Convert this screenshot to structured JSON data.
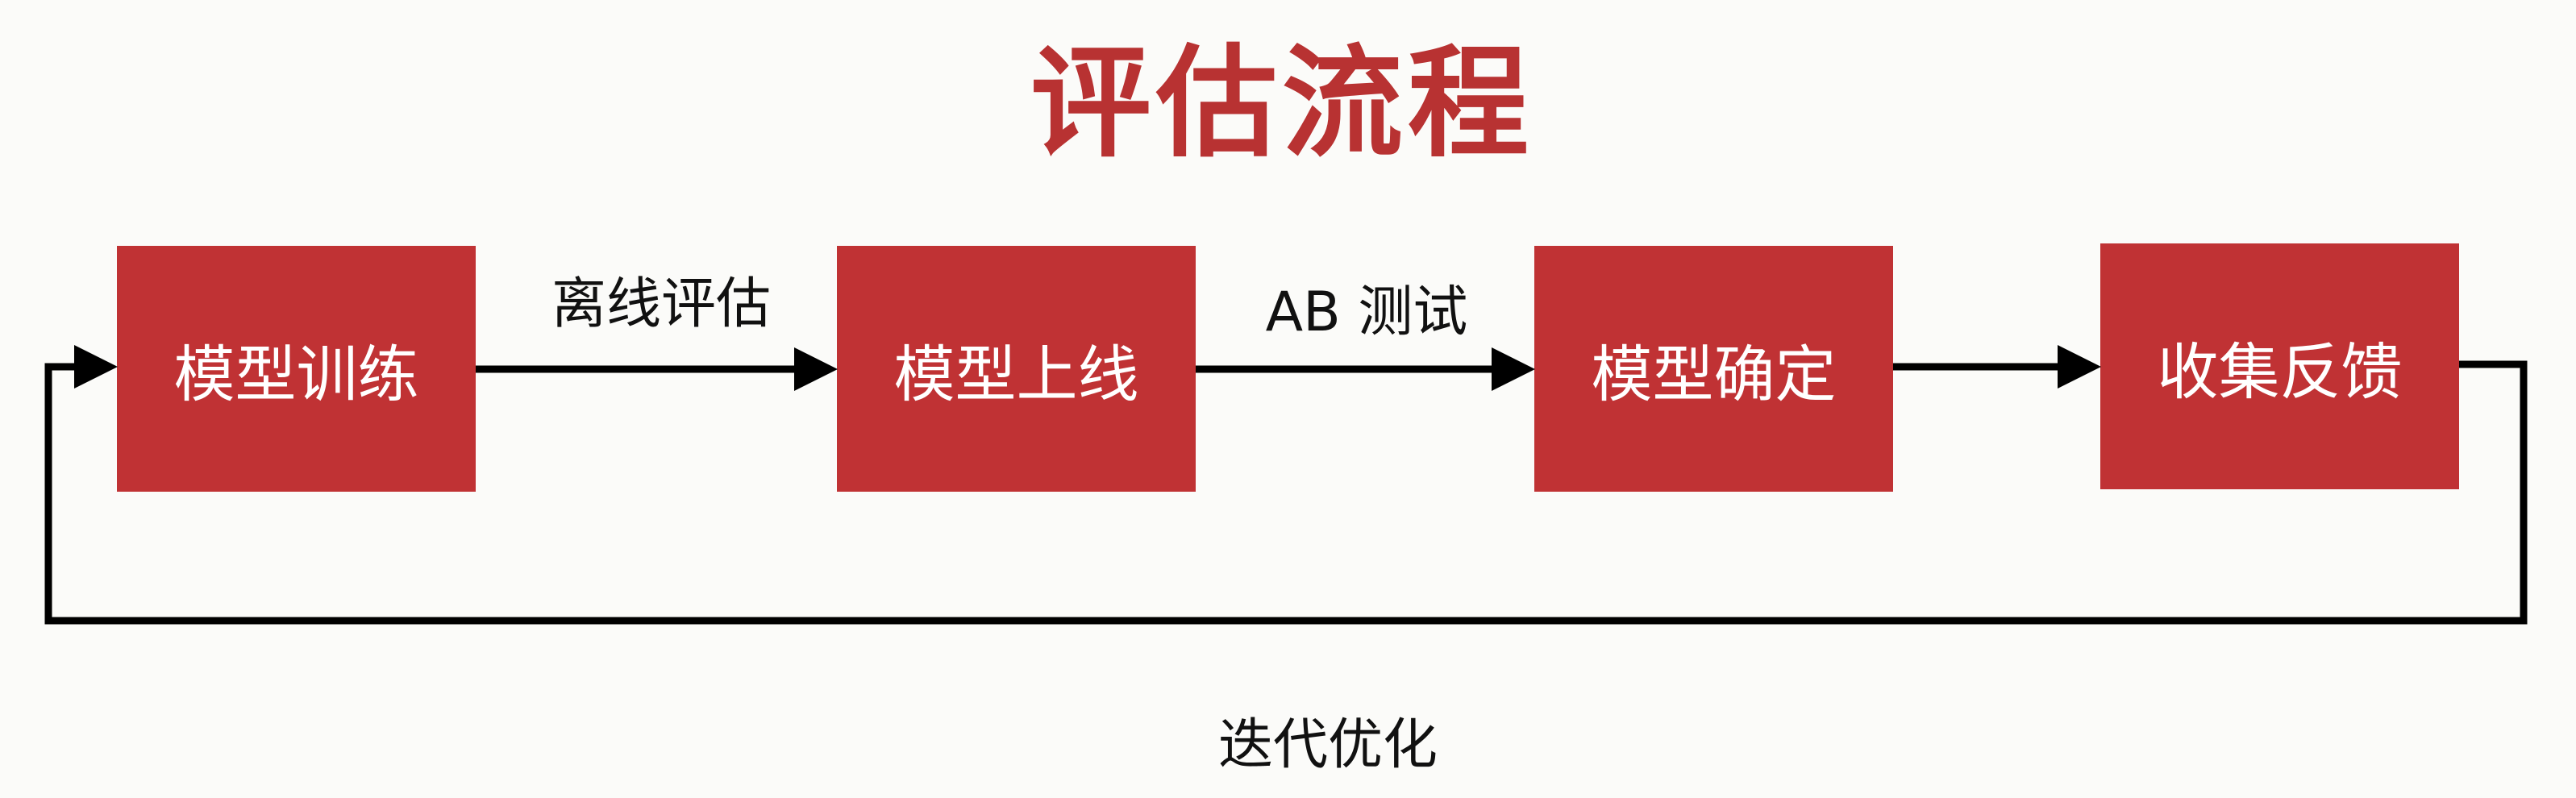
{
  "title": "评估流程",
  "nodes": [
    {
      "id": "train",
      "label": "模型训练"
    },
    {
      "id": "deploy",
      "label": "模型上线"
    },
    {
      "id": "confirm",
      "label": "模型确定"
    },
    {
      "id": "feedback",
      "label": "收集反馈"
    }
  ],
  "edges": [
    {
      "from": "train",
      "to": "deploy",
      "label": "离线评估"
    },
    {
      "from": "deploy",
      "to": "confirm",
      "label": "AB 测试"
    },
    {
      "from": "confirm",
      "to": "feedback",
      "label": ""
    },
    {
      "from": "feedback",
      "to": "train",
      "label": "迭代优化"
    }
  ],
  "colors": {
    "title": "#b83232",
    "box_fill": "#c03234",
    "box_text": "#ffffff",
    "line": "#000000"
  }
}
